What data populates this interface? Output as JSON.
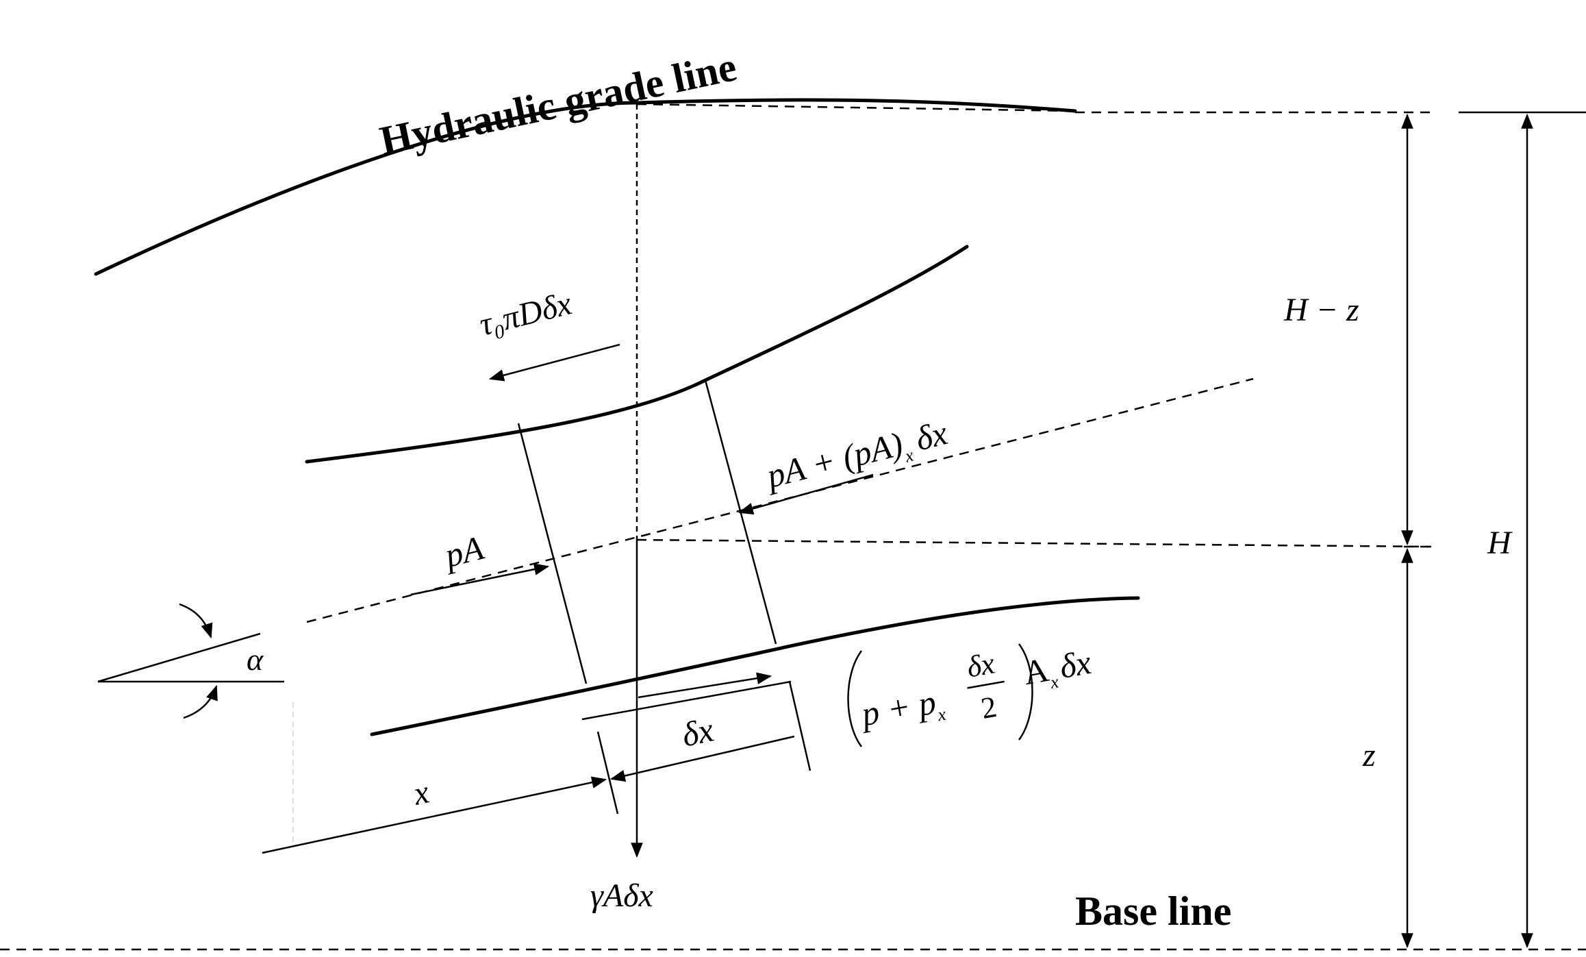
{
  "labels": {
    "hydraulic_grade_line": "Hydraulic  grade line",
    "base_line": "Base line",
    "shear_force": "τ₀πDδx",
    "h_minus_z": "H − z",
    "h": "H",
    "z": "z",
    "pa_in": "pA",
    "pa_out_main": "pA + (pA)",
    "pa_out_sub": "x",
    "pa_out_tail": "δx",
    "alpha": "α",
    "dx": "δx",
    "x": "x",
    "weight": "γAδx",
    "side_force_p": "p + p",
    "side_force_psub": "x",
    "side_force_num": "δx",
    "side_force_den": "2",
    "side_force_a": "A",
    "side_force_asub": "x",
    "side_force_tail": "δx"
  },
  "colors": {
    "stroke": "#000000",
    "background": "#ffffff"
  }
}
